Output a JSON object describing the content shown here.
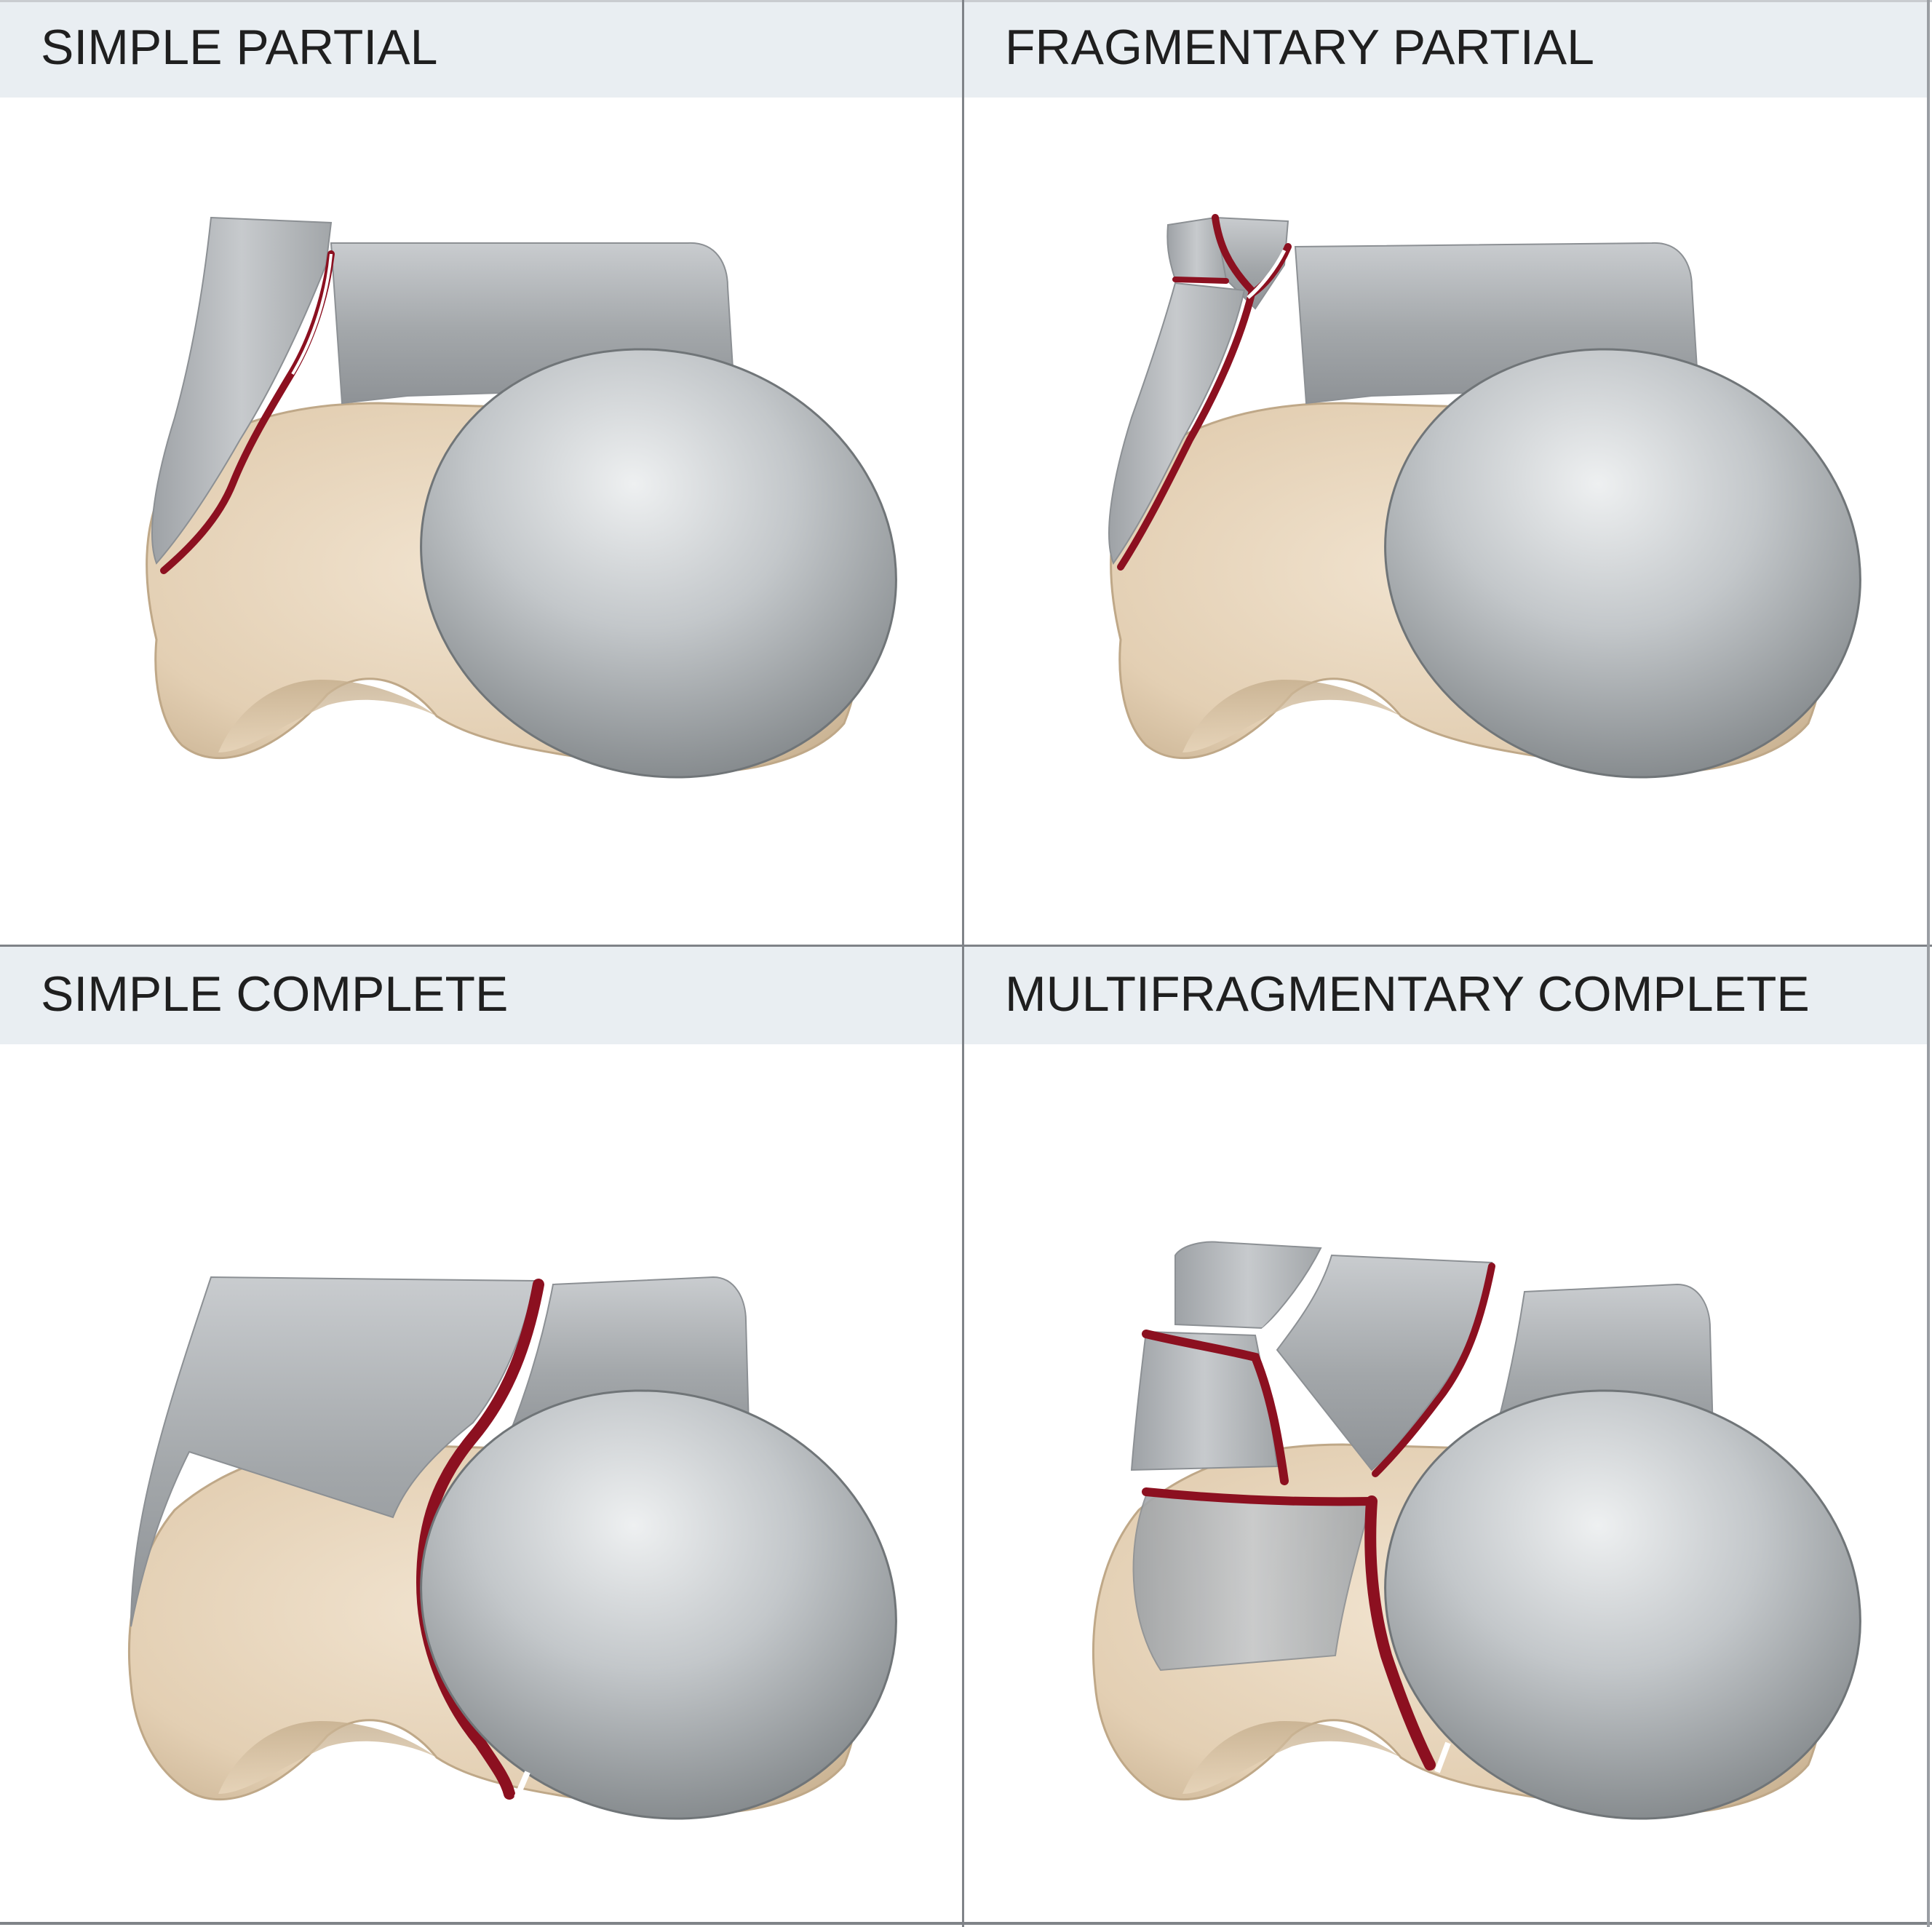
{
  "panels": [
    {
      "title": "SIMPLE PARTIAL",
      "variant": "simple-partial"
    },
    {
      "title": "FRAGMENTARY PARTIAL",
      "variant": "fragmentary-partial"
    },
    {
      "title": "SIMPLE COMPLETE",
      "variant": "simple-complete"
    },
    {
      "title": "MULTIFRAGMENTARY COMPLETE",
      "variant": "multifragmentary-complete"
    }
  ],
  "colors": {
    "header_bg": "#e9eef2",
    "cartilage": "#a9adb0",
    "bone": "#e8d6bd",
    "fracture": "#8c1020",
    "divider": "#7f8388"
  }
}
